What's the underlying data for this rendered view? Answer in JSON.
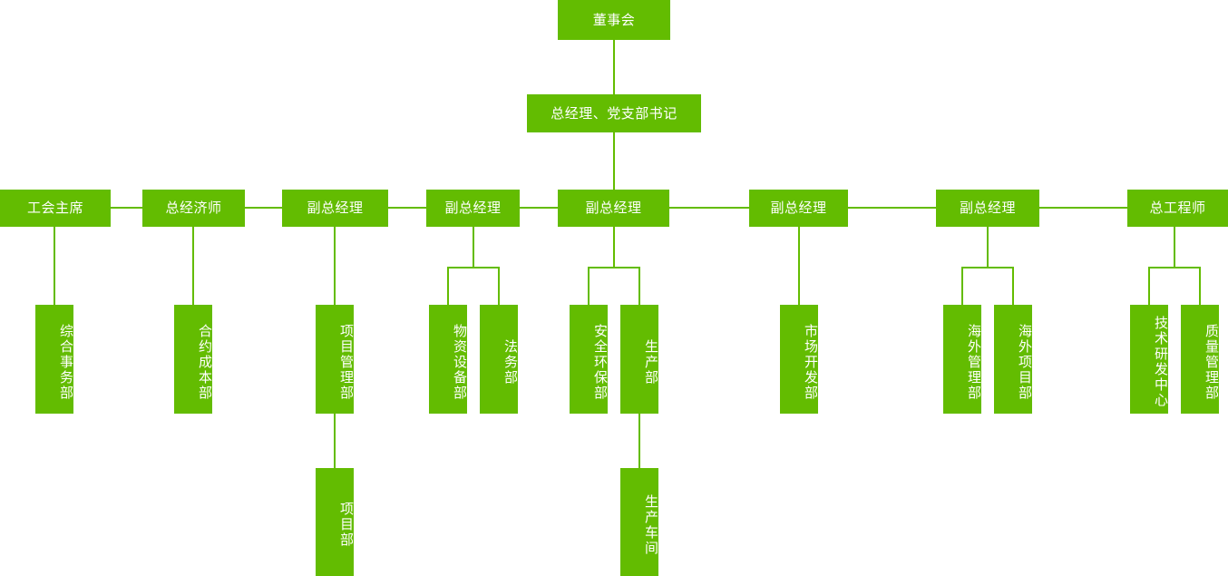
{
  "meta": {
    "title": "组织架构图",
    "accent_color": "#63bc01",
    "text_color": "#ffffff",
    "background_color": "#ffffff"
  },
  "chart_data": {
    "type": "diagram",
    "diagram_kind": "organizational-chart",
    "orientation": "top-down",
    "levels": 5,
    "node_count": 22,
    "edge_style": "orthogonal-elbow"
  },
  "nodes": {
    "board": {
      "label": "董事会",
      "level": 1
    },
    "gm": {
      "label": "总经理、党支部书记",
      "level": 2
    },
    "union_chair": {
      "label": "工会主席",
      "level": 3
    },
    "chief_economist": {
      "label": "总经济师",
      "level": 3
    },
    "deputy_gm_1": {
      "label": "副总经理",
      "level": 3
    },
    "deputy_gm_2": {
      "label": "副总经理",
      "level": 3
    },
    "deputy_gm_3": {
      "label": "副总经理",
      "level": 3
    },
    "deputy_gm_4": {
      "label": "副总经理",
      "level": 3
    },
    "deputy_gm_5": {
      "label": "副总经理",
      "level": 3
    },
    "chief_engineer": {
      "label": "总工程师",
      "level": 3
    },
    "general_affairs": {
      "label": "综合事务部",
      "level": 4
    },
    "contract_cost": {
      "label": "合约成本部",
      "level": 4
    },
    "project_management": {
      "label": "项目管理部",
      "level": 4
    },
    "materials_equipment": {
      "label": "物资设备部",
      "level": 4
    },
    "legal_affairs": {
      "label": "法务部",
      "level": 4
    },
    "safety_environment": {
      "label": "安全环保部",
      "level": 4
    },
    "production": {
      "label": "生产部",
      "level": 4
    },
    "market_development": {
      "label": "市场开发部",
      "level": 4
    },
    "overseas_management": {
      "label": "海外管理部",
      "level": 4
    },
    "overseas_project": {
      "label": "海外项目部",
      "level": 4
    },
    "tech_rd_center": {
      "label": "技术研发中心",
      "level": 4
    },
    "quality_management": {
      "label": "质量管理部",
      "level": 4
    },
    "project_dept": {
      "label": "项目部",
      "level": 5
    },
    "production_workshop": {
      "label": "生产车间",
      "level": 5
    }
  }
}
